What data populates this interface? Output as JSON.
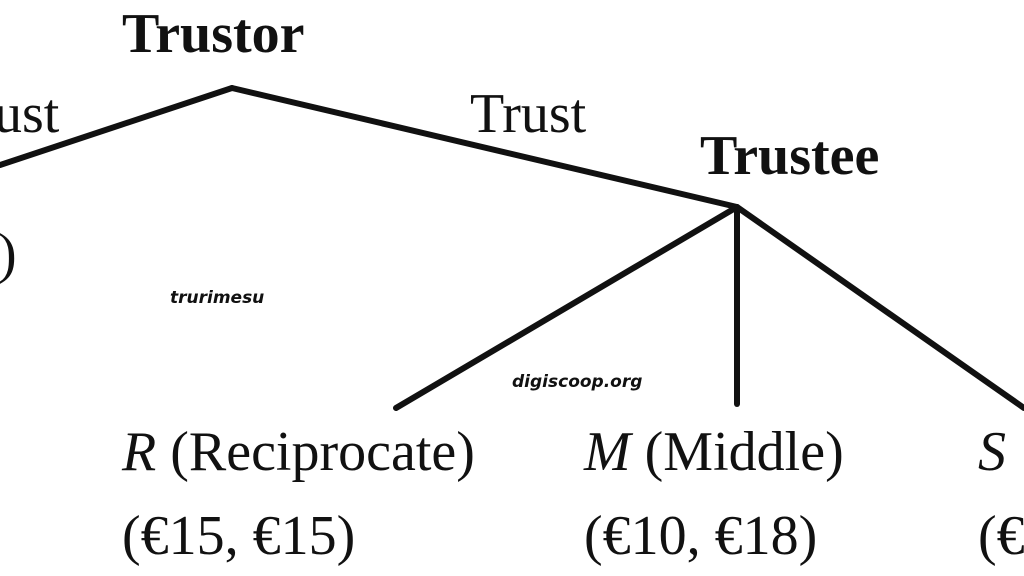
{
  "nodes": {
    "trustor": "Trustor",
    "trustee": "Trustee"
  },
  "edges": {
    "left_partial": "ust",
    "trust": "Trust"
  },
  "left_payoff_partial": ")",
  "leaves": [
    {
      "abbr": "R",
      "name": "(Reciprocate)",
      "payoff": "(€15, €15)"
    },
    {
      "abbr": "M",
      "name": "(Middle)",
      "payoff": "(€10, €18)"
    },
    {
      "abbr": "S",
      "name": "",
      "payoff": "(€"
    }
  ],
  "watermarks": [
    "trurimesu",
    "digiscoop.org"
  ],
  "colors": {
    "ink": "#111111",
    "background": "#ffffff"
  }
}
